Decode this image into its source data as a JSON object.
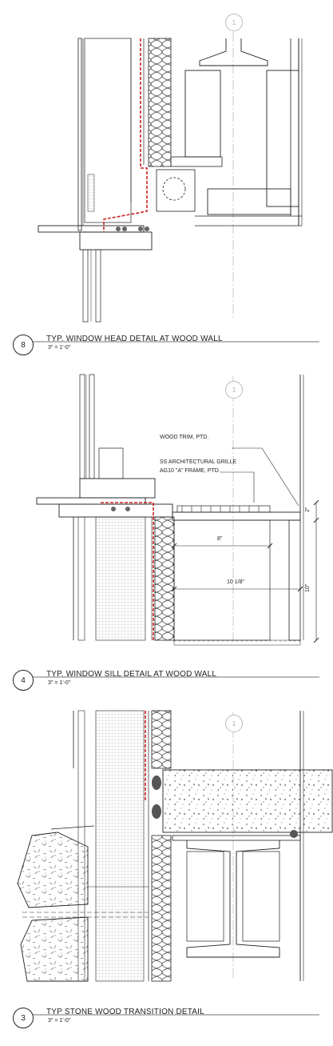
{
  "details": [
    {
      "number": "8",
      "title": "TYP. WINDOW HEAD DETAIL AT WOOD WALL",
      "scale": "3\" = 1'-0\"",
      "grid_bubble": "1"
    },
    {
      "number": "4",
      "title": "TYP. WINDOW SILL DETAIL AT WOOD WALL",
      "scale": "3\" = 1'-0\"",
      "grid_bubble": "1",
      "notes": [
        "WOOD TRIM, PTD.",
        "SS ARCHITECTURAL GRILLE",
        "AG10 \"A\" FRAME, PTD."
      ],
      "dimensions": [
        "8\"",
        "10 1/8\"",
        "2\"",
        "10\""
      ]
    },
    {
      "number": "3",
      "title": "TYP STONE WOOD TRANSITION DETAIL",
      "scale": "3\" = 1'-0\"",
      "grid_bubble": "1"
    }
  ],
  "colors": {
    "line": "#222222",
    "membrane": "#cc2222",
    "grid": "#bbbbbb"
  }
}
